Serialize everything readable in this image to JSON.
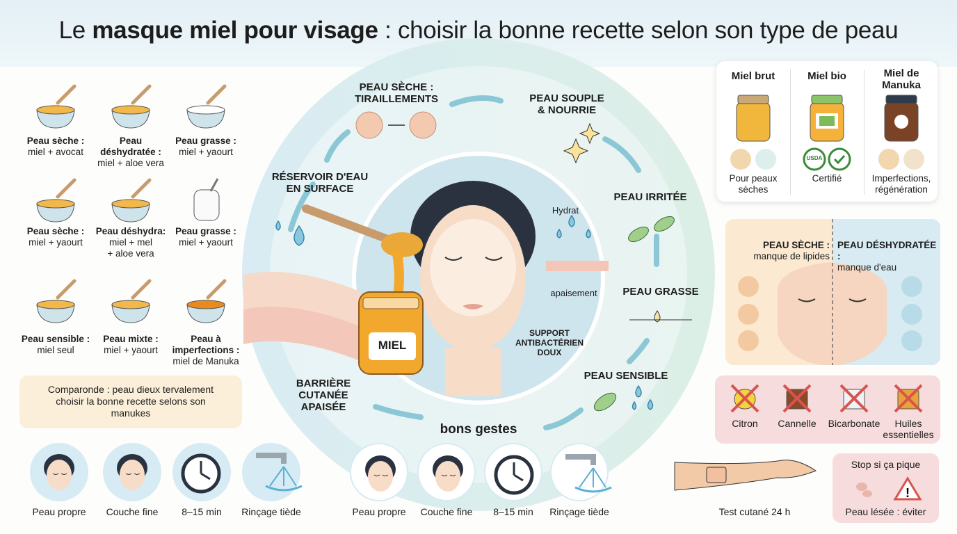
{
  "title": {
    "pre": "Le ",
    "bold": "masque miel pour visage",
    "post": " : choisir la bonne recette selon son type de peau"
  },
  "recipes": [
    {
      "title": "Peau sèche :",
      "text": "miel + avocat",
      "icon": "bowl-avocado-icon"
    },
    {
      "title": "Peau déshydratée :",
      "text": "miel + aloe vera",
      "icon": "bowl-aloe-icon"
    },
    {
      "title": "Peau grasse :",
      "text": "miel + yaourt",
      "icon": "bowl-yogurt-icon"
    },
    {
      "title": "Peau sèche :",
      "text": "miel + yaourt",
      "icon": "bowl-honey-icon"
    },
    {
      "title": "Peau déshydra:",
      "text": "miel + mel\n+ aloe vera",
      "icon": "bowl-aloe-bottle-icon"
    },
    {
      "title": "Peau grasse :",
      "text": "miel + yaourt",
      "icon": "yogurt-jar-icon"
    },
    {
      "title": "Peau sensible :",
      "text": "miel seul",
      "icon": "bowl-honey-icon"
    },
    {
      "title": "Peau mixte :",
      "text": "miel + yaourt",
      "icon": "bowl-yogurt-jar-icon"
    },
    {
      "title": "Peau à\nimperfections :",
      "text": "miel de Manuka",
      "icon": "manuka-bowl-icon"
    }
  ],
  "note": "Comparonde : peau dieux tervalement choisir la bonne recette selons son manukes",
  "steps": [
    "Peau propre",
    "Couche fine",
    "8–15 min",
    "Rinçage tiède"
  ],
  "cycle": {
    "seche": "PEAU SÈCHE :\nTIRAILLEMENTS",
    "souple": "PEAU SOUPLE\n& NOURRIE",
    "irritee": "PEAU IRRITÉE",
    "grasse": "PEAU GRASSE",
    "sensible": "PEAU SENSIBLE",
    "gestes": "bons gestes",
    "barriere": "BARRIÈRE\nCUTANÉE\nAPAISÉE",
    "reservoir": "RÉSERVOIR D'EAU\nEN SURFACE"
  },
  "center": {
    "hydrat": "Hydrat",
    "apaisement": "apaisement",
    "support": "SUPPORT\nANTIBACTÉRIEN\nDOUX",
    "jar": "MIEL"
  },
  "honeys": [
    {
      "name": "Miel brut",
      "desc": "Pour peaux\nsèches",
      "lid": "#c9a878",
      "body": "#f0b73c"
    },
    {
      "name": "Miel bio",
      "desc": "Certifié",
      "lid": "#8cc46a",
      "body": "#f5b23a",
      "badge": "USDA"
    },
    {
      "name": "Miel de\nManuka",
      "desc": "Imperfections,\nrégénération",
      "lid": "#2e3c4c",
      "body": "#7a4326"
    }
  ],
  "compare": {
    "left_title": "PEAU SÈCHE :",
    "left_text": "manque de lipides",
    "right_title": "PEAU DÉSHYDRATÉE :",
    "right_text": "manque d'eau"
  },
  "avoid": [
    "Citron",
    "Cannelle",
    "Bicarbonate",
    "Huiles\nessentielles"
  ],
  "test": "Test cutané 24 h",
  "stop": {
    "title": "Stop si ça pique",
    "text": "Peau lésée : éviter"
  },
  "colors": {
    "honey": "#f2a82c",
    "blue": "#d6ebf3",
    "cream": "#fbefd9",
    "pink": "#f6dcdc",
    "red": "#d9534f"
  }
}
